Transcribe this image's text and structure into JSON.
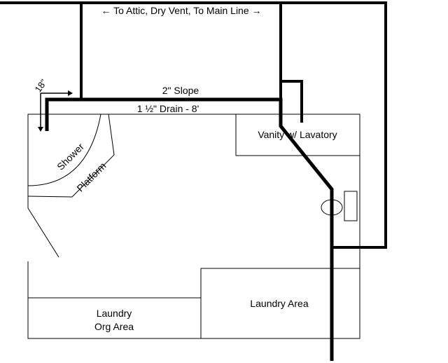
{
  "labels": {
    "vent_top": "← To Attic, Dry Vent, To Main Line →",
    "slope": "2\" Slope",
    "drain": "1 ½\" Drain - 8'",
    "dim_18": "18\"",
    "shower": "Shower",
    "platform": "Platform",
    "vanity": "Vanity w/ Lavatory",
    "laundry_org_line1": "Laundry",
    "laundry_org_line2": "Org Area",
    "laundry_area": "Laundry Area"
  }
}
